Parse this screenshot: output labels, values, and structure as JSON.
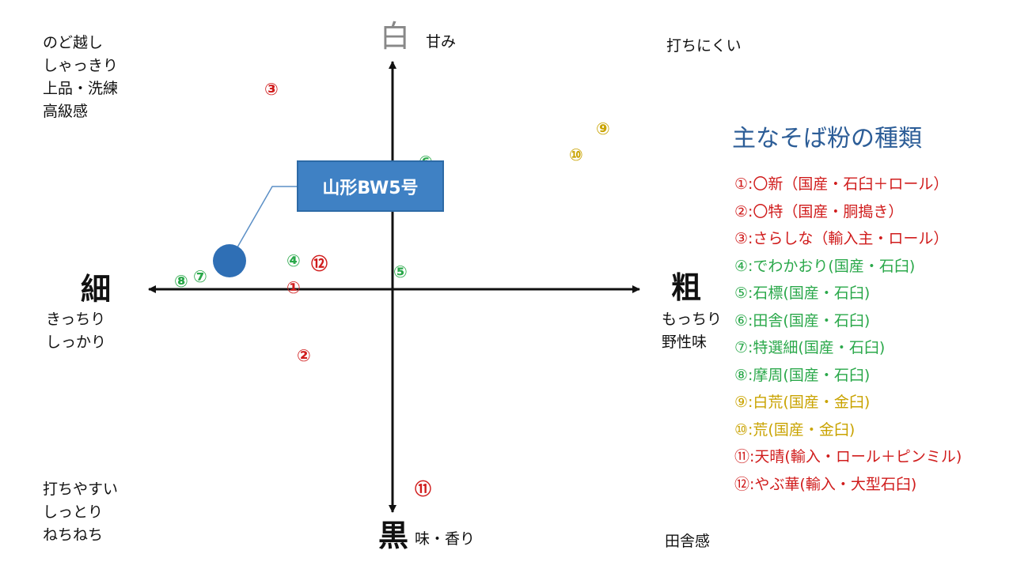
{
  "colors": {
    "red": "#d01c1c",
    "green": "#2aa84a",
    "gold": "#c9a300",
    "axis": "#111111",
    "accent_blue": "#3f81c4",
    "title_blue": "#2c5d97"
  },
  "axes": {
    "top": {
      "kanji": "白",
      "sub": "甘み"
    },
    "bottom": {
      "kanji": "黒",
      "sub": "味・香り"
    },
    "left": {
      "kanji": "細",
      "sub": [
        "きっちり",
        "しっかり"
      ]
    },
    "right": {
      "kanji": "粗",
      "sub": [
        "もっちり",
        "野性味"
      ]
    }
  },
  "corners": {
    "top_left": [
      "のど越し",
      "しゃっきり",
      "上品・洗練",
      "高級感"
    ],
    "top_right": "打ちにくい",
    "bottom_left": [
      "打ちやすい",
      "しっとり",
      "ねちねち"
    ],
    "bottom_right": "田舎感"
  },
  "callout": {
    "label": "山形BW5号"
  },
  "markers": [
    {
      "id": "③",
      "color": "red"
    },
    {
      "id": "⑨",
      "color": "gold"
    },
    {
      "id": "⑩",
      "color": "gold"
    },
    {
      "id": "⑥",
      "color": "green"
    },
    {
      "id": "④",
      "color": "green"
    },
    {
      "id": "⑫",
      "color": "red"
    },
    {
      "id": "⑤",
      "color": "green"
    },
    {
      "id": "⑧",
      "color": "green"
    },
    {
      "id": "⑦",
      "color": "green"
    },
    {
      "id": "①",
      "color": "red"
    },
    {
      "id": "②",
      "color": "red"
    },
    {
      "id": "⑪",
      "color": "red"
    }
  ],
  "legend": {
    "title": "主なそば粉の種類",
    "items": [
      {
        "text": "①:〇新（国産・石臼＋ロール）",
        "color": "red"
      },
      {
        "text": "②:〇特（国産・胴搗き）",
        "color": "red"
      },
      {
        "text": "③:さらしな（輸入主・ロール）",
        "color": "red"
      },
      {
        "text": "④:でわかおり(国産・石臼)",
        "color": "green"
      },
      {
        "text": "⑤:石標(国産・石臼)",
        "color": "green"
      },
      {
        "text": "⑥:田舎(国産・石臼)",
        "color": "green"
      },
      {
        "text": "⑦:特選細(国産・石臼)",
        "color": "green"
      },
      {
        "text": "⑧:摩周(国産・石臼)",
        "color": "green"
      },
      {
        "text": "⑨:白荒(国産・金臼)",
        "color": "gold"
      },
      {
        "text": "⑩:荒(国産・金臼)",
        "color": "gold"
      },
      {
        "text": "⑪:天晴(輸入・ロール＋ピンミル)",
        "color": "red"
      },
      {
        "text": "⑫:やぶ華(輸入・大型石臼)",
        "color": "red"
      }
    ]
  }
}
